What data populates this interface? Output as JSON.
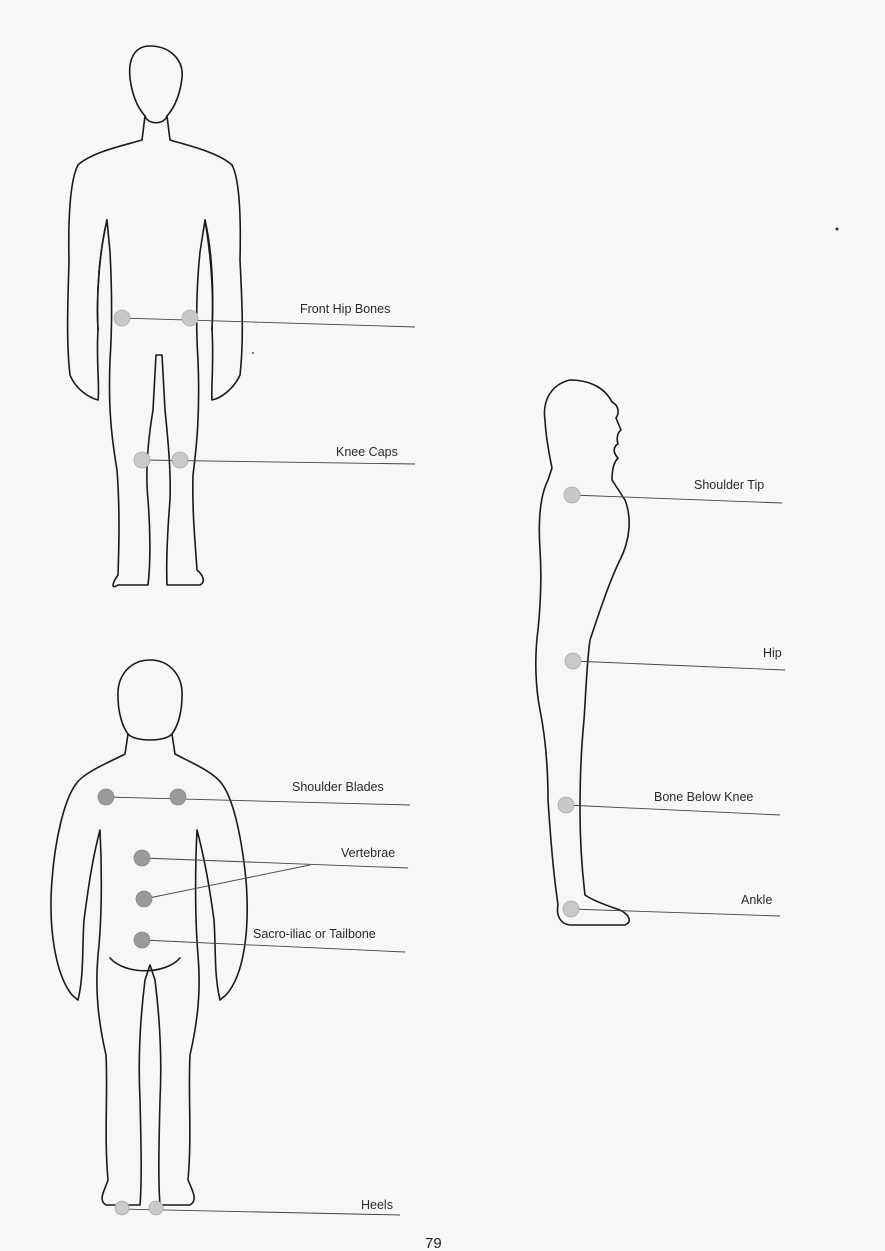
{
  "labels": {
    "front_hip_bones": "Front Hip Bones",
    "knee_caps": "Knee Caps",
    "shoulder_blades": "Shoulder Blades",
    "vertebrae": "Vertebrae",
    "sacro_iliac": "Sacro-iliac or Tailbone",
    "heels": "Heels",
    "shoulder_tip": "Shoulder Tip",
    "hip": "Hip",
    "bone_below_knee": "Bone Below Knee",
    "ankle": "Ankle"
  },
  "page_number": "79",
  "colors": {
    "background": "#f7f7f5",
    "outline": "#1a1a1a",
    "marker": "#c9c9c9"
  }
}
